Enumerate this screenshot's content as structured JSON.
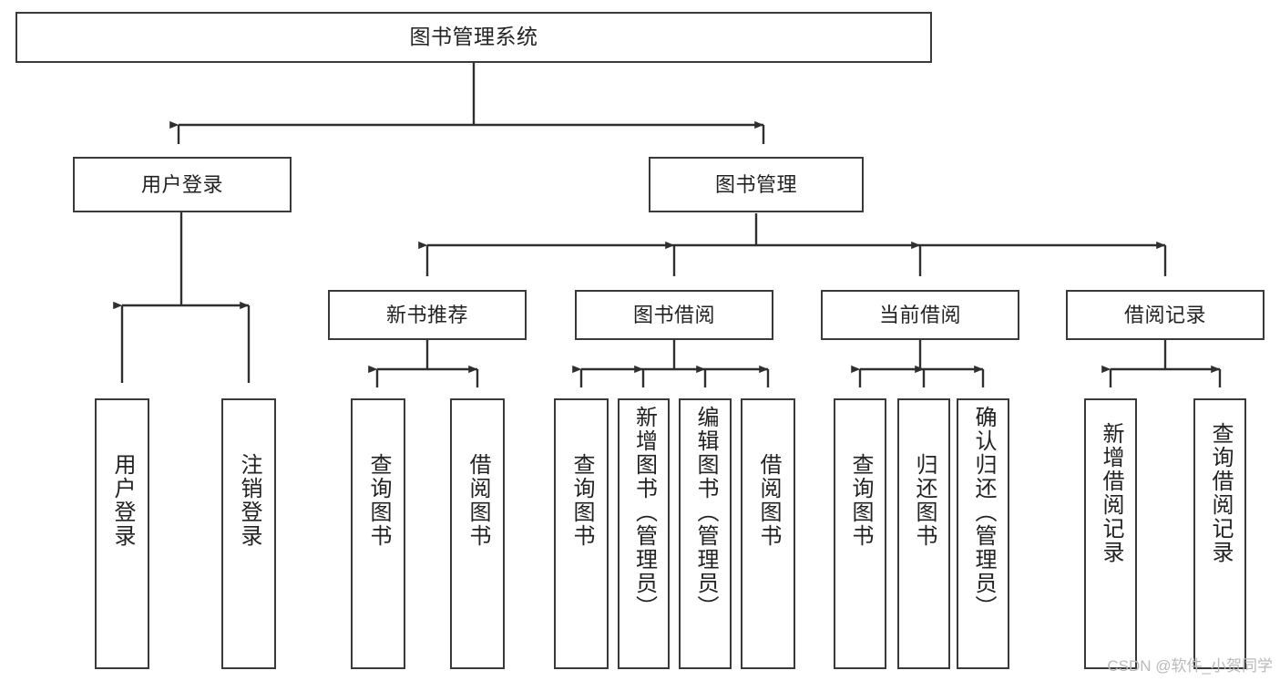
{
  "diagram": {
    "title": "图书管理系统",
    "watermark": "CSDN @软件_小贺同学",
    "stroke_color": "#3a3a3a",
    "fill_color": "#ffffff",
    "text_color": "#222222",
    "watermark_color": "#b9b9b9",
    "nodes": {
      "root": {
        "label": "图书管理系统"
      },
      "level1": [
        {
          "id": "user-login",
          "label": "用户登录"
        },
        {
          "id": "book-manage",
          "label": "图书管理"
        }
      ],
      "level2": [
        {
          "id": "new-book-recommend",
          "label": "新书推荐"
        },
        {
          "id": "book-borrow",
          "label": "图书借阅"
        },
        {
          "id": "current-borrow",
          "label": "当前借阅"
        },
        {
          "id": "borrow-record",
          "label": "借阅记录"
        }
      ],
      "leaves": {
        "user_login": [
          {
            "id": "leaf-user-login",
            "label": "用户登录"
          },
          {
            "id": "leaf-logout-login",
            "label": "注销登录"
          }
        ],
        "new_book_recommend": [
          {
            "id": "leaf-query-book-1",
            "label": "查询图书"
          },
          {
            "id": "leaf-borrow-book-1",
            "label": "借阅图书"
          }
        ],
        "book_borrow": [
          {
            "id": "leaf-query-book-2",
            "label": "查询图书"
          },
          {
            "id": "leaf-add-book",
            "label": "新增图书（管理员）"
          },
          {
            "id": "leaf-edit-book",
            "label": "编辑图书（管理员）"
          },
          {
            "id": "leaf-borrow-book-2",
            "label": "借阅图书"
          }
        ],
        "current_borrow": [
          {
            "id": "leaf-query-book-3",
            "label": "查询图书"
          },
          {
            "id": "leaf-return-book",
            "label": "归还图书"
          },
          {
            "id": "leaf-confirm-return",
            "label": "确认归还（管理员）"
          }
        ],
        "borrow_record": [
          {
            "id": "leaf-add-record",
            "label": "新增借阅记录"
          },
          {
            "id": "leaf-query-record",
            "label": "查询借阅记录"
          }
        ]
      }
    }
  }
}
